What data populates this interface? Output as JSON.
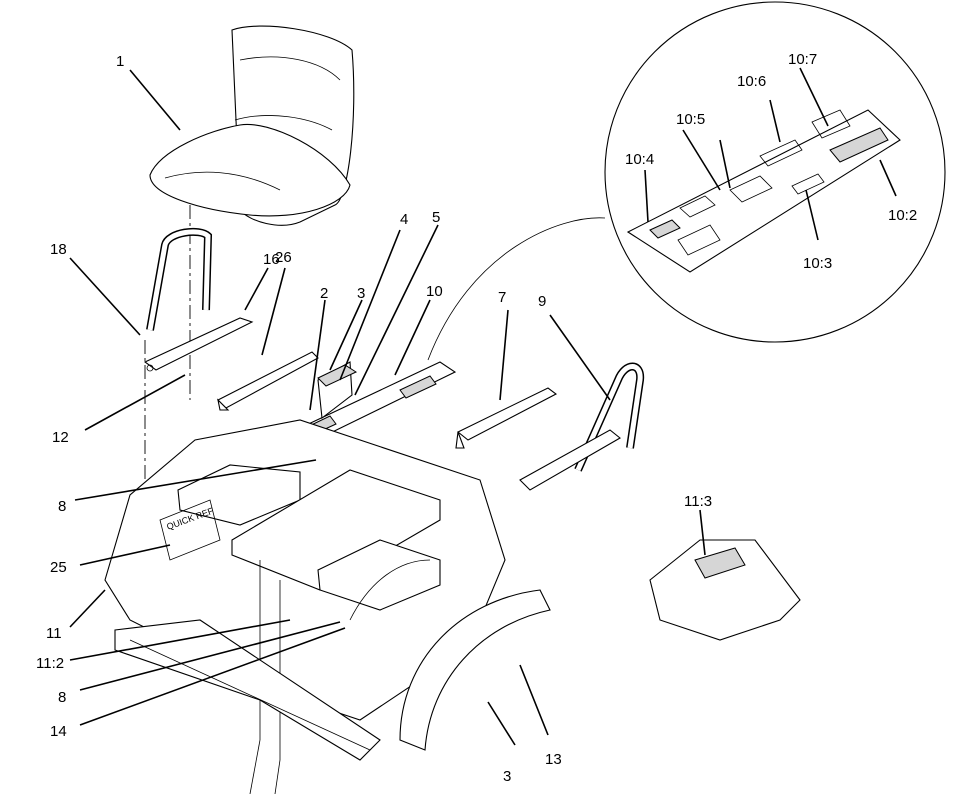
{
  "callouts": {
    "c1": "1",
    "c18": "18",
    "c16": "16",
    "c26": "26",
    "c2": "2",
    "c3_top": "3",
    "c4": "4",
    "c5": "5",
    "c10": "10",
    "c12": "12",
    "c8_top": "8",
    "c25": "25",
    "c11": "11",
    "c11_2": "11:2",
    "c8_bottom": "8",
    "c14": "14",
    "c3_bottom": "3",
    "c13": "13",
    "c7": "7",
    "c9": "9",
    "c10_4": "10:4",
    "c10_5": "10:5",
    "c10_6": "10:6",
    "c10_7": "10:7",
    "c10_2": "10:2",
    "c10_3": "10:3",
    "c11_3": "11:3"
  },
  "decals": {
    "quick_ref": "QUICK REF"
  }
}
